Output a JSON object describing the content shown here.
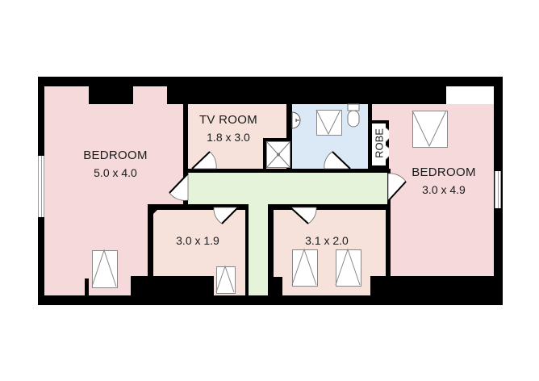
{
  "floorplan": {
    "rooms": [
      {
        "id": "bedroom-1",
        "name": "BEDROOM",
        "dimensions": "5.0 x 4.0",
        "color": "#f5d9db"
      },
      {
        "id": "tv-room",
        "name": "TV ROOM",
        "dimensions": "1.8 x 3.0",
        "color": "#f6e2da"
      },
      {
        "id": "bathroom",
        "name": "",
        "dimensions": "",
        "color": "#dae9f5"
      },
      {
        "id": "robe",
        "name": "ROBE",
        "dimensions": "",
        "color": "#ffffff"
      },
      {
        "id": "bedroom-2",
        "name": "BEDROOM",
        "dimensions": "3.0 x 4.9",
        "color": "#f5d9db"
      },
      {
        "id": "room-3",
        "name": "",
        "dimensions": "3.0 x 1.9",
        "color": "#f6e2da"
      },
      {
        "id": "room-4",
        "name": "",
        "dimensions": "3.1 x 2.0",
        "color": "#f6e2da"
      },
      {
        "id": "hallway",
        "name": "",
        "dimensions": "",
        "color": "#e4f3da"
      }
    ],
    "colors": {
      "wall": "#000000",
      "bedroom": "#f5d9db",
      "room": "#f6e2da",
      "bathroom": "#dae9f5",
      "hallway": "#e4f3da"
    }
  }
}
